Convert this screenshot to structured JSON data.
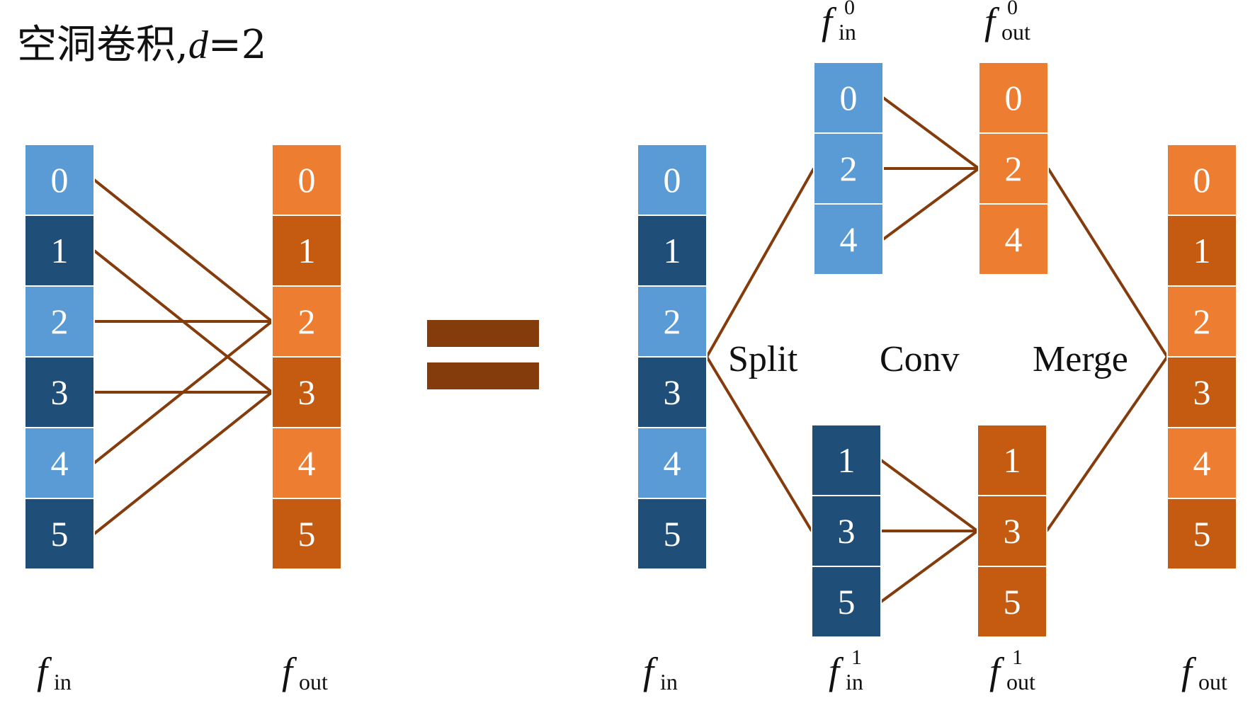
{
  "title": {
    "main": "空洞卷积,",
    "dilation_var": "d",
    "dilation_value": "=2"
  },
  "colors": {
    "input_light": "#5b9bd5",
    "input_dark": "#1f4e79",
    "output_light": "#ed7d31",
    "output_dark": "#c55a11",
    "connection": "#843c0c",
    "equals": "#843c0c"
  },
  "columns": [
    {
      "id": "left-input",
      "kind": "input",
      "cells": [
        "0",
        "1",
        "2",
        "3",
        "4",
        "5"
      ],
      "label": {
        "f": "f",
        "sub": "in",
        "sup": ""
      }
    },
    {
      "id": "left-output",
      "kind": "output",
      "cells": [
        "0",
        "1",
        "2",
        "3",
        "4",
        "5"
      ],
      "label": {
        "f": "f",
        "sub": "out",
        "sup": ""
      }
    },
    {
      "id": "right-input",
      "kind": "input",
      "cells": [
        "0",
        "1",
        "2",
        "3",
        "4",
        "5"
      ],
      "label": {
        "f": "f",
        "sub": "in",
        "sup": ""
      }
    },
    {
      "id": "split-in-even",
      "kind": "input",
      "cells": [
        "0",
        "2",
        "4"
      ],
      "label": {
        "f": "f",
        "sub": "in",
        "sup": "0"
      }
    },
    {
      "id": "split-out-even",
      "kind": "output",
      "cells": [
        "0",
        "2",
        "4"
      ],
      "label": {
        "f": "f",
        "sub": "out",
        "sup": "0"
      }
    },
    {
      "id": "split-in-odd",
      "kind": "input",
      "cells": [
        "1",
        "3",
        "5"
      ],
      "label": {
        "f": "f",
        "sub": "in",
        "sup": "1"
      }
    },
    {
      "id": "split-out-odd",
      "kind": "output",
      "cells": [
        "1",
        "3",
        "5"
      ],
      "label": {
        "f": "f",
        "sub": "out",
        "sup": "1"
      }
    },
    {
      "id": "right-output",
      "kind": "output",
      "cells": [
        "0",
        "1",
        "2",
        "3",
        "4",
        "5"
      ],
      "label": {
        "f": "f",
        "sub": "out",
        "sup": ""
      }
    }
  ],
  "stage_labels": {
    "split": "Split",
    "conv": "Conv",
    "merge": "Merge"
  },
  "connections": [
    {
      "from": "left-input.0",
      "to": "left-output.2"
    },
    {
      "from": "left-input.2",
      "to": "left-output.2"
    },
    {
      "from": "left-input.4",
      "to": "left-output.2"
    },
    {
      "from": "left-input.1",
      "to": "left-output.3"
    },
    {
      "from": "left-input.3",
      "to": "left-output.3"
    },
    {
      "from": "left-input.5",
      "to": "left-output.3"
    },
    {
      "from": "right-input.split",
      "to": "split-in-even.top"
    },
    {
      "from": "right-input.split",
      "to": "split-in-odd.bottom"
    },
    {
      "from": "split-in-even.0",
      "to": "split-out-even.2"
    },
    {
      "from": "split-in-even.2",
      "to": "split-out-even.2"
    },
    {
      "from": "split-in-even.4",
      "to": "split-out-even.2"
    },
    {
      "from": "split-in-odd.1",
      "to": "split-out-odd.3"
    },
    {
      "from": "split-in-odd.3",
      "to": "split-out-odd.3"
    },
    {
      "from": "split-in-odd.5",
      "to": "split-out-odd.3"
    },
    {
      "from": "split-out-even.2",
      "to": "right-output.merge"
    },
    {
      "from": "split-out-odd.3",
      "to": "right-output.merge"
    }
  ]
}
